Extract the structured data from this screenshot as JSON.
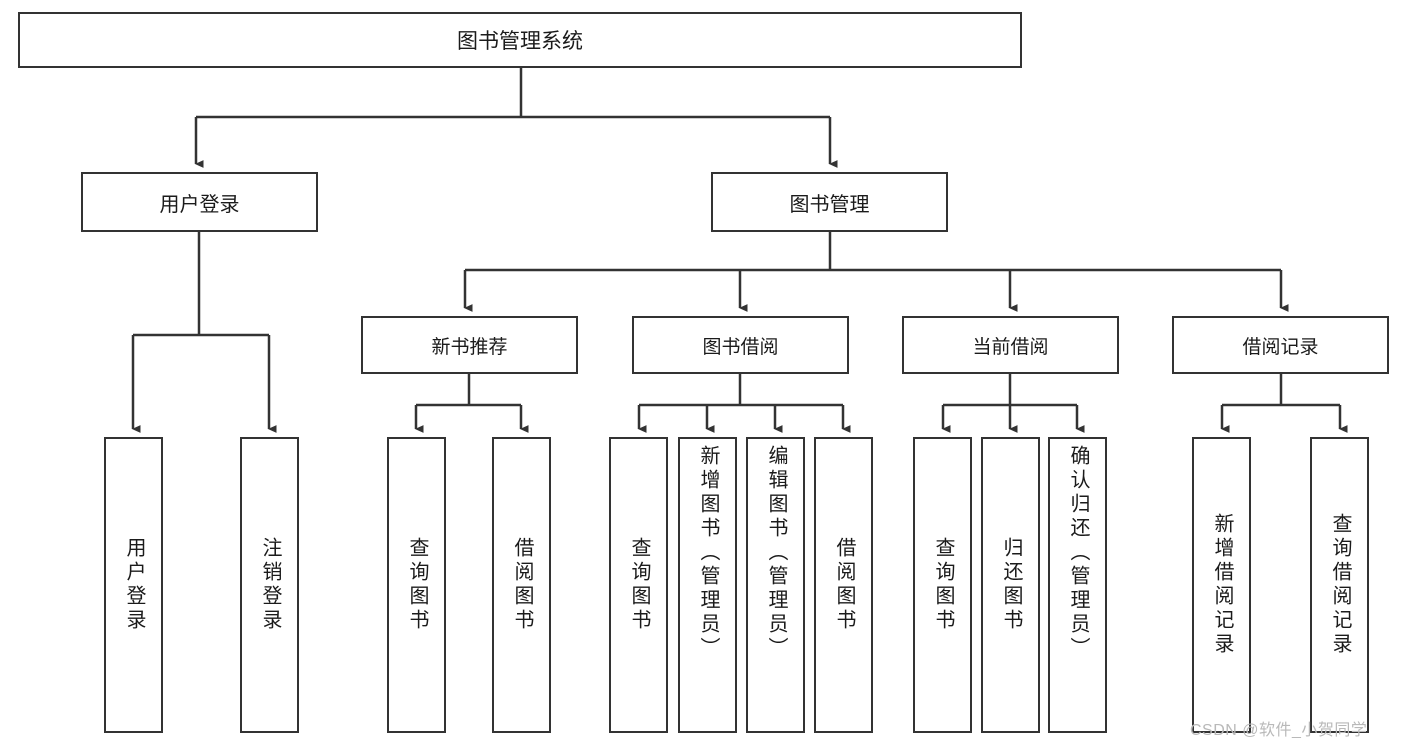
{
  "diagram": {
    "title_node": {
      "label": "图书管理系统"
    },
    "level2": [
      {
        "label": "用户登录"
      },
      {
        "label": "图书管理"
      }
    ],
    "level3": [
      {
        "label": "新书推荐"
      },
      {
        "label": "图书借阅"
      },
      {
        "label": "当前借阅"
      },
      {
        "label": "借阅记录"
      }
    ],
    "leaves": {
      "user_login": [
        {
          "label": "用户登录"
        },
        {
          "label": "注销登录"
        }
      ],
      "new_book_recommend": [
        {
          "label": "查询图书"
        },
        {
          "label": "借阅图书"
        }
      ],
      "book_borrow": [
        {
          "label": "查询图书"
        },
        {
          "label": "新增图书（管理员）"
        },
        {
          "label": "编辑图书（管理员）"
        },
        {
          "label": "借阅图书"
        }
      ],
      "current_borrow": [
        {
          "label": "查询图书"
        },
        {
          "label": "归还图书"
        },
        {
          "label": "确认归还（管理员）"
        }
      ],
      "borrow_record": [
        {
          "label": "新增借阅记录"
        },
        {
          "label": "查询借阅记录"
        }
      ]
    }
  },
  "watermark": {
    "text": "CSDN @软件_小贺同学"
  },
  "colors": {
    "stroke": "#333333",
    "background": "#ffffff",
    "text": "#1b1b1b",
    "watermark": "#b9b9b9"
  }
}
